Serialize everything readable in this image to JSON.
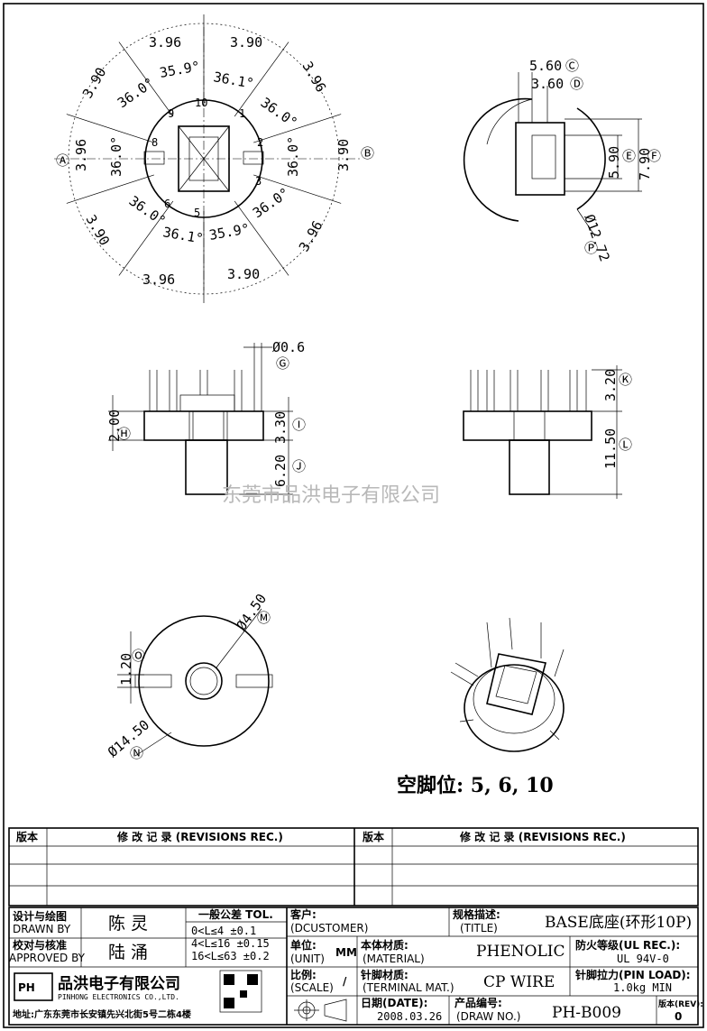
{
  "top_view": {
    "labels": {
      "A": "Ⓐ",
      "B": "Ⓑ"
    },
    "dims_outer": [
      "3.96",
      "3.90",
      "3.96",
      "3.90",
      "3.96",
      "3.90",
      "3.96",
      "3.90",
      "3.96",
      "3.90"
    ],
    "left_dim": "3.96",
    "right_dim": "3.90",
    "angles": [
      "35.9°",
      "36.1°",
      "36.0°",
      "36.0°",
      "36.0°",
      "36.0°",
      "36.1°",
      "35.9°",
      "36.0°",
      "36.0°"
    ],
    "pins": [
      "1",
      "2",
      "3",
      "5",
      "6",
      "8",
      "9",
      "10"
    ]
  },
  "side_view_top_right": {
    "d_c": "5.60",
    "d_d": "3.60",
    "d_e": "5.90",
    "d_f": "7.90",
    "d_p": "Ø12.72",
    "labels": {
      "C": "Ⓒ",
      "D": "Ⓓ",
      "E": "Ⓔ",
      "F": "Ⓕ",
      "P": "Ⓟ"
    }
  },
  "front_view": {
    "d_g": "Ø0.6",
    "d_h": "2.00",
    "d_i": "3.30",
    "d_j": "6.20",
    "labels": {
      "G": "Ⓖ",
      "H": "Ⓗ",
      "I": "Ⓘ",
      "J": "Ⓙ"
    }
  },
  "side_view": {
    "d_k": "3.20",
    "d_l": "11.50",
    "labels": {
      "K": "Ⓚ",
      "L": "Ⓛ"
    }
  },
  "bottom_view": {
    "d_m": "Ø4.50",
    "d_o": "1.20",
    "d_n": "Ø14.50",
    "labels": {
      "M": "Ⓜ",
      "O": "Ⓞ",
      "N": "Ⓝ"
    }
  },
  "watermark": "东莞市品洪电子有限公司",
  "spare_pins": "空脚位: 5,   6,   10",
  "revisions": {
    "ver_label": "版本",
    "rec_label": "修 改 记 录 (REVISIONS REC.)"
  },
  "title_block": {
    "drawn_cn": "设计与绘图",
    "drawn_en": "DRAWN BY",
    "drawn_name": "陈 灵",
    "approved_cn": "校对与核准",
    "approved_en": "APPROVED BY",
    "approved_name": "陆 涌",
    "tol_title": "一般公差 TOL.",
    "tol_rows": [
      "0<L≤4    ±0.1",
      "4<L≤16   ±0.15",
      "16<L≤63  ±0.2"
    ],
    "company_cn": "品洪电子有限公司",
    "company_en": "PINHONG ELECTRONICS CO.,LTD.",
    "address": "地址:广东东莞市长安镇先兴北街5号二栋4楼",
    "customer_cn": "客户:",
    "customer_en": "(DCUSTOMER)",
    "unit_cn": "单位:",
    "unit_en": "(UNIT)",
    "unit_val": "MM",
    "scale_cn": "比例:",
    "scale_en": "(SCALE)",
    "scale_val": "/",
    "title_cn": "规格描述:",
    "title_en": "(TITLE)",
    "title_val": "BASE底座(环形10P)",
    "material_cn": "本体材质:",
    "material_en": "(MATERIAL)",
    "material_val": "PHENOLIC",
    "terminal_cn": "针脚材质:",
    "terminal_en": "(TERMINAL MAT.)",
    "terminal_val": "CP WIRE",
    "date_cn": "日期(DATE):",
    "date_val": "2008.03.26",
    "drawno_cn": "产品编号:",
    "drawno_en": "(DRAW NO.)",
    "drawno_val": "PH-B009",
    "ul_cn": "防火等级(UL REC.):",
    "ul_val": "UL 94V-0",
    "load_cn": "针脚拉力(PIN LOAD):",
    "load_val": "1.0kg MIN",
    "rev_cn": "版本(REV):",
    "rev_val": "0"
  }
}
